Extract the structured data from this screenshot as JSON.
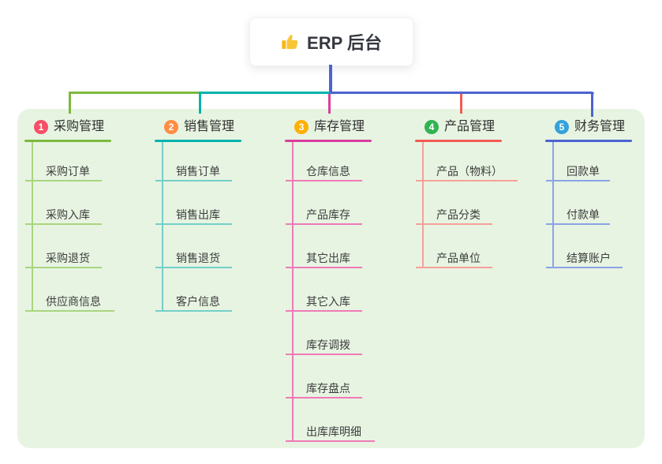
{
  "root": {
    "icon": "thumbs-up",
    "icon_color": "#f5b81c",
    "label": "ERP 后台",
    "stem_color": "#4b64d0"
  },
  "canvas": {
    "page_bg": "#ffffff",
    "panel_bg": "#e7f4e2",
    "text_color": "#333333"
  },
  "branches": [
    {
      "badge": "1",
      "badge_color": "#f74f66",
      "line_color": "#7cb93f",
      "child_line_color": "#a9d57f",
      "label": "采购管理",
      "children": [
        "采购订单",
        "采购入库",
        "采购退货",
        "供应商信息"
      ]
    },
    {
      "badge": "2",
      "badge_color": "#ff8d42",
      "line_color": "#00b3ac",
      "child_line_color": "#74cfc8",
      "label": "销售管理",
      "children": [
        "销售订单",
        "销售出库",
        "销售退货",
        "客户信息"
      ]
    },
    {
      "badge": "3",
      "badge_color": "#feb005",
      "line_color": "#d83f9e",
      "child_line_color": "#f07ab8",
      "label": "库存管理",
      "children": [
        "仓库信息",
        "产品库存",
        "其它出库",
        "其它入库",
        "库存调拨",
        "库存盘点",
        "出库库明细"
      ]
    },
    {
      "badge": "4",
      "badge_color": "#31b353",
      "line_color": "#f15b54",
      "child_line_color": "#f7a09a",
      "label": "产品管理",
      "children": [
        "产品（物料）",
        "产品分类",
        "产品单位"
      ]
    },
    {
      "badge": "5",
      "badge_color": "#35a2da",
      "line_color": "#4b64d0",
      "child_line_color": "#8ba4e4",
      "label": "财务管理",
      "children": [
        "回款单",
        "付款单",
        "结算账户"
      ]
    }
  ]
}
